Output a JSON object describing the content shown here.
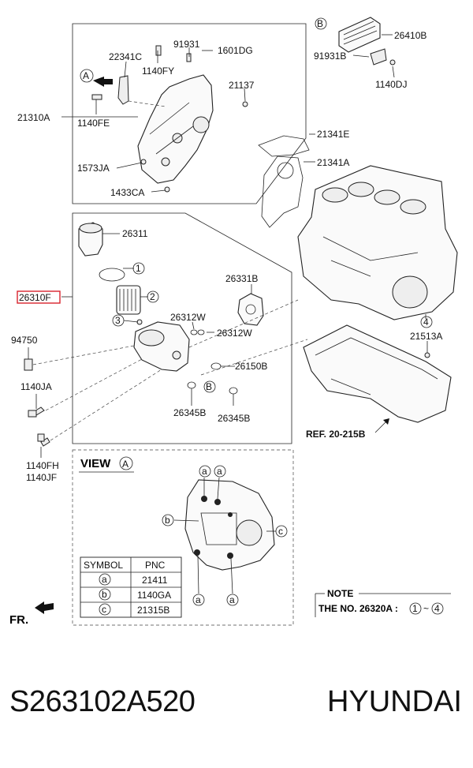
{
  "labels": {
    "l_22341C": "22341C",
    "l_91931": "91931",
    "l_1601DG": "1601DG",
    "l_1140FY": "1140FY",
    "l_21137": "21137",
    "l_21310A": "21310A",
    "l_1140FE": "1140FE",
    "l_1573JA": "1573JA",
    "l_1433CA": "1433CA",
    "l_26410B": "26410B",
    "l_91931B": "91931B",
    "l_1140DJ": "1140DJ",
    "l_21341E": "21341E",
    "l_21341A": "21341A",
    "l_26311": "26311",
    "l_26331B": "26331B",
    "l_26310F": "26310F",
    "l_26312W_1": "26312W",
    "l_26312W_2": "26312W",
    "l_94750": "94750",
    "l_26150B": "26150B",
    "l_1140JA": "1140JA",
    "l_26345B_1": "26345B",
    "l_26345B_2": "26345B",
    "l_1140FH": "1140FH",
    "l_1140JF": "1140JF",
    "l_21513A": "21513A",
    "l_ref": "REF. 20-215B",
    "view": "VIEW",
    "fr": "FR.",
    "note_title": "NOTE",
    "note_text": "THE NO. 26320A :",
    "n1": "1",
    "n2": "2",
    "n3": "3",
    "n4": "4",
    "cA": "A",
    "cB": "B",
    "ca": "a",
    "cb": "b",
    "cc": "c"
  },
  "table": {
    "headers": [
      "SYMBOL",
      "PNC"
    ],
    "rows": [
      {
        "symbol": "a",
        "pnc": "21411"
      },
      {
        "symbol": "b",
        "pnc": "1140GA"
      },
      {
        "symbol": "c",
        "pnc": "21315B"
      }
    ]
  },
  "footer": {
    "part_number": "S263102A520",
    "brand": "HYUNDAI"
  },
  "colors": {
    "highlight": "#d9232d"
  }
}
